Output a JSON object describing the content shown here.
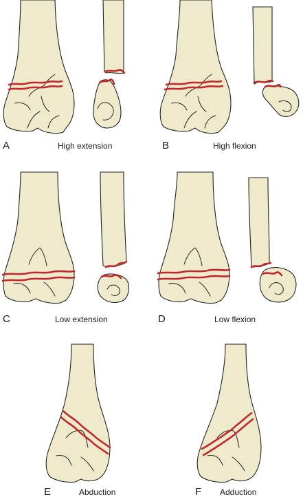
{
  "panels": [
    {
      "letter": "A",
      "caption": "High extension"
    },
    {
      "letter": "B",
      "caption": "High flexion"
    },
    {
      "letter": "C",
      "caption": "Low extension"
    },
    {
      "letter": "D",
      "caption": "Low flexion"
    },
    {
      "letter": "E",
      "caption": "Abduction"
    },
    {
      "letter": "F",
      "caption": "Adduction"
    }
  ],
  "colors": {
    "bone_fill": "#efeacb",
    "outline": "#222222",
    "fracture_line": "#c1272d",
    "background": "#ffffff"
  }
}
